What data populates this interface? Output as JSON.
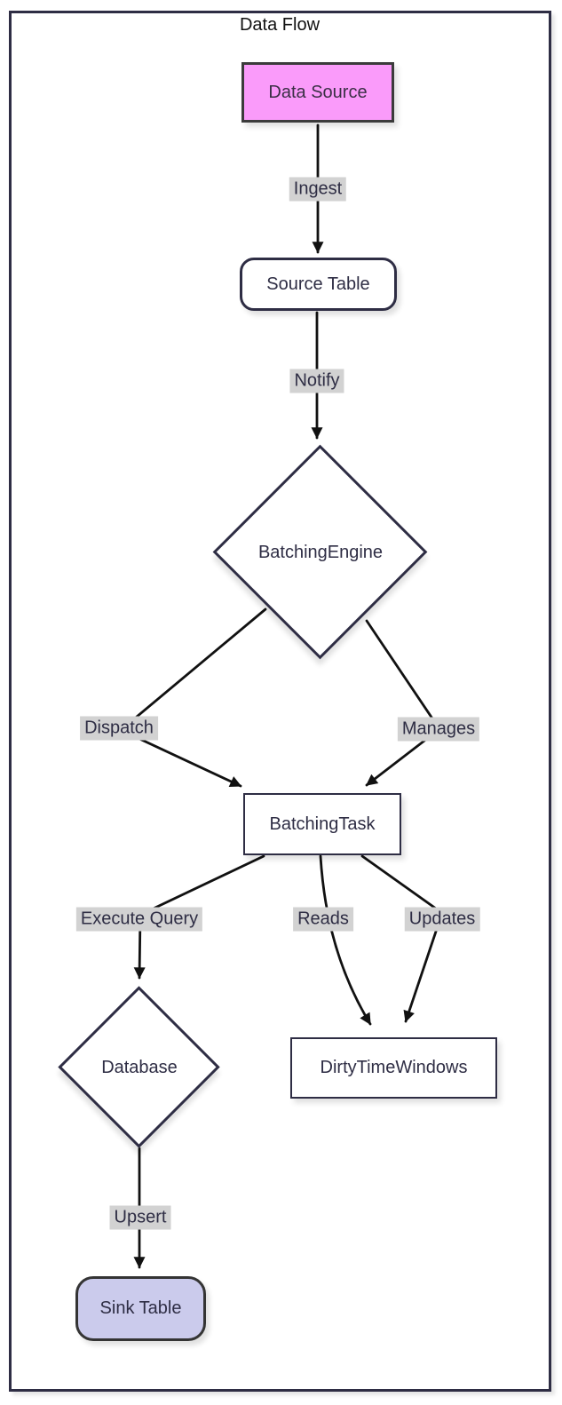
{
  "title": "Data Flow",
  "nodes": {
    "data_source": {
      "label": "Data Source",
      "shape": "rectangle",
      "fill": "#fa9bfa"
    },
    "source_table": {
      "label": "Source Table",
      "shape": "rounded",
      "fill": "#ffffff"
    },
    "batching_engine": {
      "label": "BatchingEngine",
      "shape": "diamond",
      "fill": "#ffffff"
    },
    "batching_task": {
      "label": "BatchingTask",
      "shape": "rectangle",
      "fill": "#ffffff"
    },
    "database": {
      "label": "Database",
      "shape": "diamond",
      "fill": "#ffffff"
    },
    "dirty_time_windows": {
      "label": "DirtyTimeWindows",
      "shape": "rectangle",
      "fill": "#ffffff"
    },
    "sink_table": {
      "label": "Sink Table",
      "shape": "rounded",
      "fill": "#cbcbec"
    }
  },
  "edge_labels": {
    "ingest": "Ingest",
    "notify": "Notify",
    "dispatch": "Dispatch",
    "manages": "Manages",
    "execute_query": "Execute Query",
    "reads": "Reads",
    "updates": "Updates",
    "upsert": "Upsert"
  },
  "edges": [
    {
      "from": "Data Source",
      "to": "Source Table",
      "label": "Ingest"
    },
    {
      "from": "Source Table",
      "to": "BatchingEngine",
      "label": "Notify"
    },
    {
      "from": "BatchingEngine",
      "to": "BatchingTask",
      "label": "Dispatch"
    },
    {
      "from": "BatchingEngine",
      "to": "BatchingTask",
      "label": "Manages"
    },
    {
      "from": "BatchingTask",
      "to": "Database",
      "label": "Execute Query"
    },
    {
      "from": "BatchingTask",
      "to": "DirtyTimeWindows",
      "label": "Reads"
    },
    {
      "from": "BatchingTask",
      "to": "DirtyTimeWindows",
      "label": "Updates"
    },
    {
      "from": "Database",
      "to": "Sink Table",
      "label": "Upsert"
    }
  ],
  "colors": {
    "node_border": "#2e2d44",
    "edge_line": "#111111",
    "edge_label_bg": "#d2d2d2",
    "data_source_fill": "#fa9bfa",
    "sink_table_fill": "#cbcbec",
    "frame_border": "#2e2d44"
  }
}
